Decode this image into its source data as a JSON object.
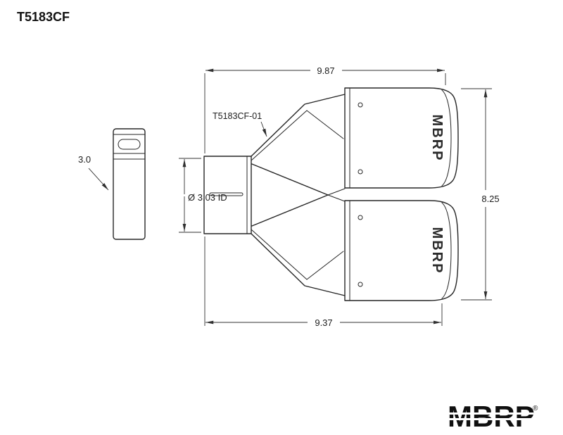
{
  "title": "T5183CF",
  "drawing": {
    "part_label": "T5183CF-01",
    "brand_on_tip": "MBRP"
  },
  "dimensions": {
    "overall_width_top": "9.87",
    "overall_width_bottom": "9.37",
    "overall_height": "8.25",
    "inlet_inner_diameter": "Ø 3.03 ID",
    "side_view_depth": "3.0"
  },
  "logo": {
    "text": "MBRP",
    "registered_mark": "®"
  },
  "colors": {
    "line": "#262626",
    "background": "#ffffff"
  }
}
